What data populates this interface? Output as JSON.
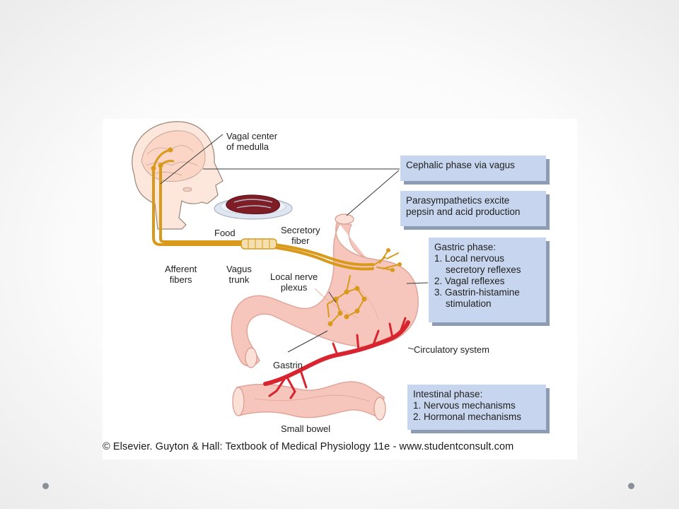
{
  "labels": {
    "vagal_center": "Vagal center\nof medulla",
    "food": "Food",
    "secretory_fiber": "Secretory\nfiber",
    "afferent_fibers": "Afferent\nfibers",
    "vagus_trunk": "Vagus\ntrunk",
    "local_nerve_plexus": "Local nerve\nplexus",
    "circulatory_system": "Circulatory system",
    "gastrin": "Gastrin",
    "small_bowel": "Small bowel"
  },
  "boxes": {
    "cephalic": "Cephalic phase via vagus",
    "parasympathetics": [
      "Parasympathetics excite",
      "pepsin and acid production"
    ],
    "gastric_title": "Gastric phase:",
    "gastric_items": [
      "1. Local nervous",
      "secretory reflexes",
      "2. Vagal reflexes",
      "3. Gastrin-histamine",
      "stimulation"
    ],
    "intestinal_title": "Intestinal phase:",
    "intestinal_items": [
      "1. Nervous mechanisms",
      "2. Hormonal mechanisms"
    ]
  },
  "copyright": "© Elsevier. Guyton & Hall: Textbook of Medical Physiology 11e - www.studentconsult.com",
  "colors": {
    "nerve": "#d99a1c",
    "stomach": "#f6c6bc",
    "artery": "#d8242e",
    "box_fill": "#c7d6ee",
    "box_shadow": "#8e9cb3"
  }
}
